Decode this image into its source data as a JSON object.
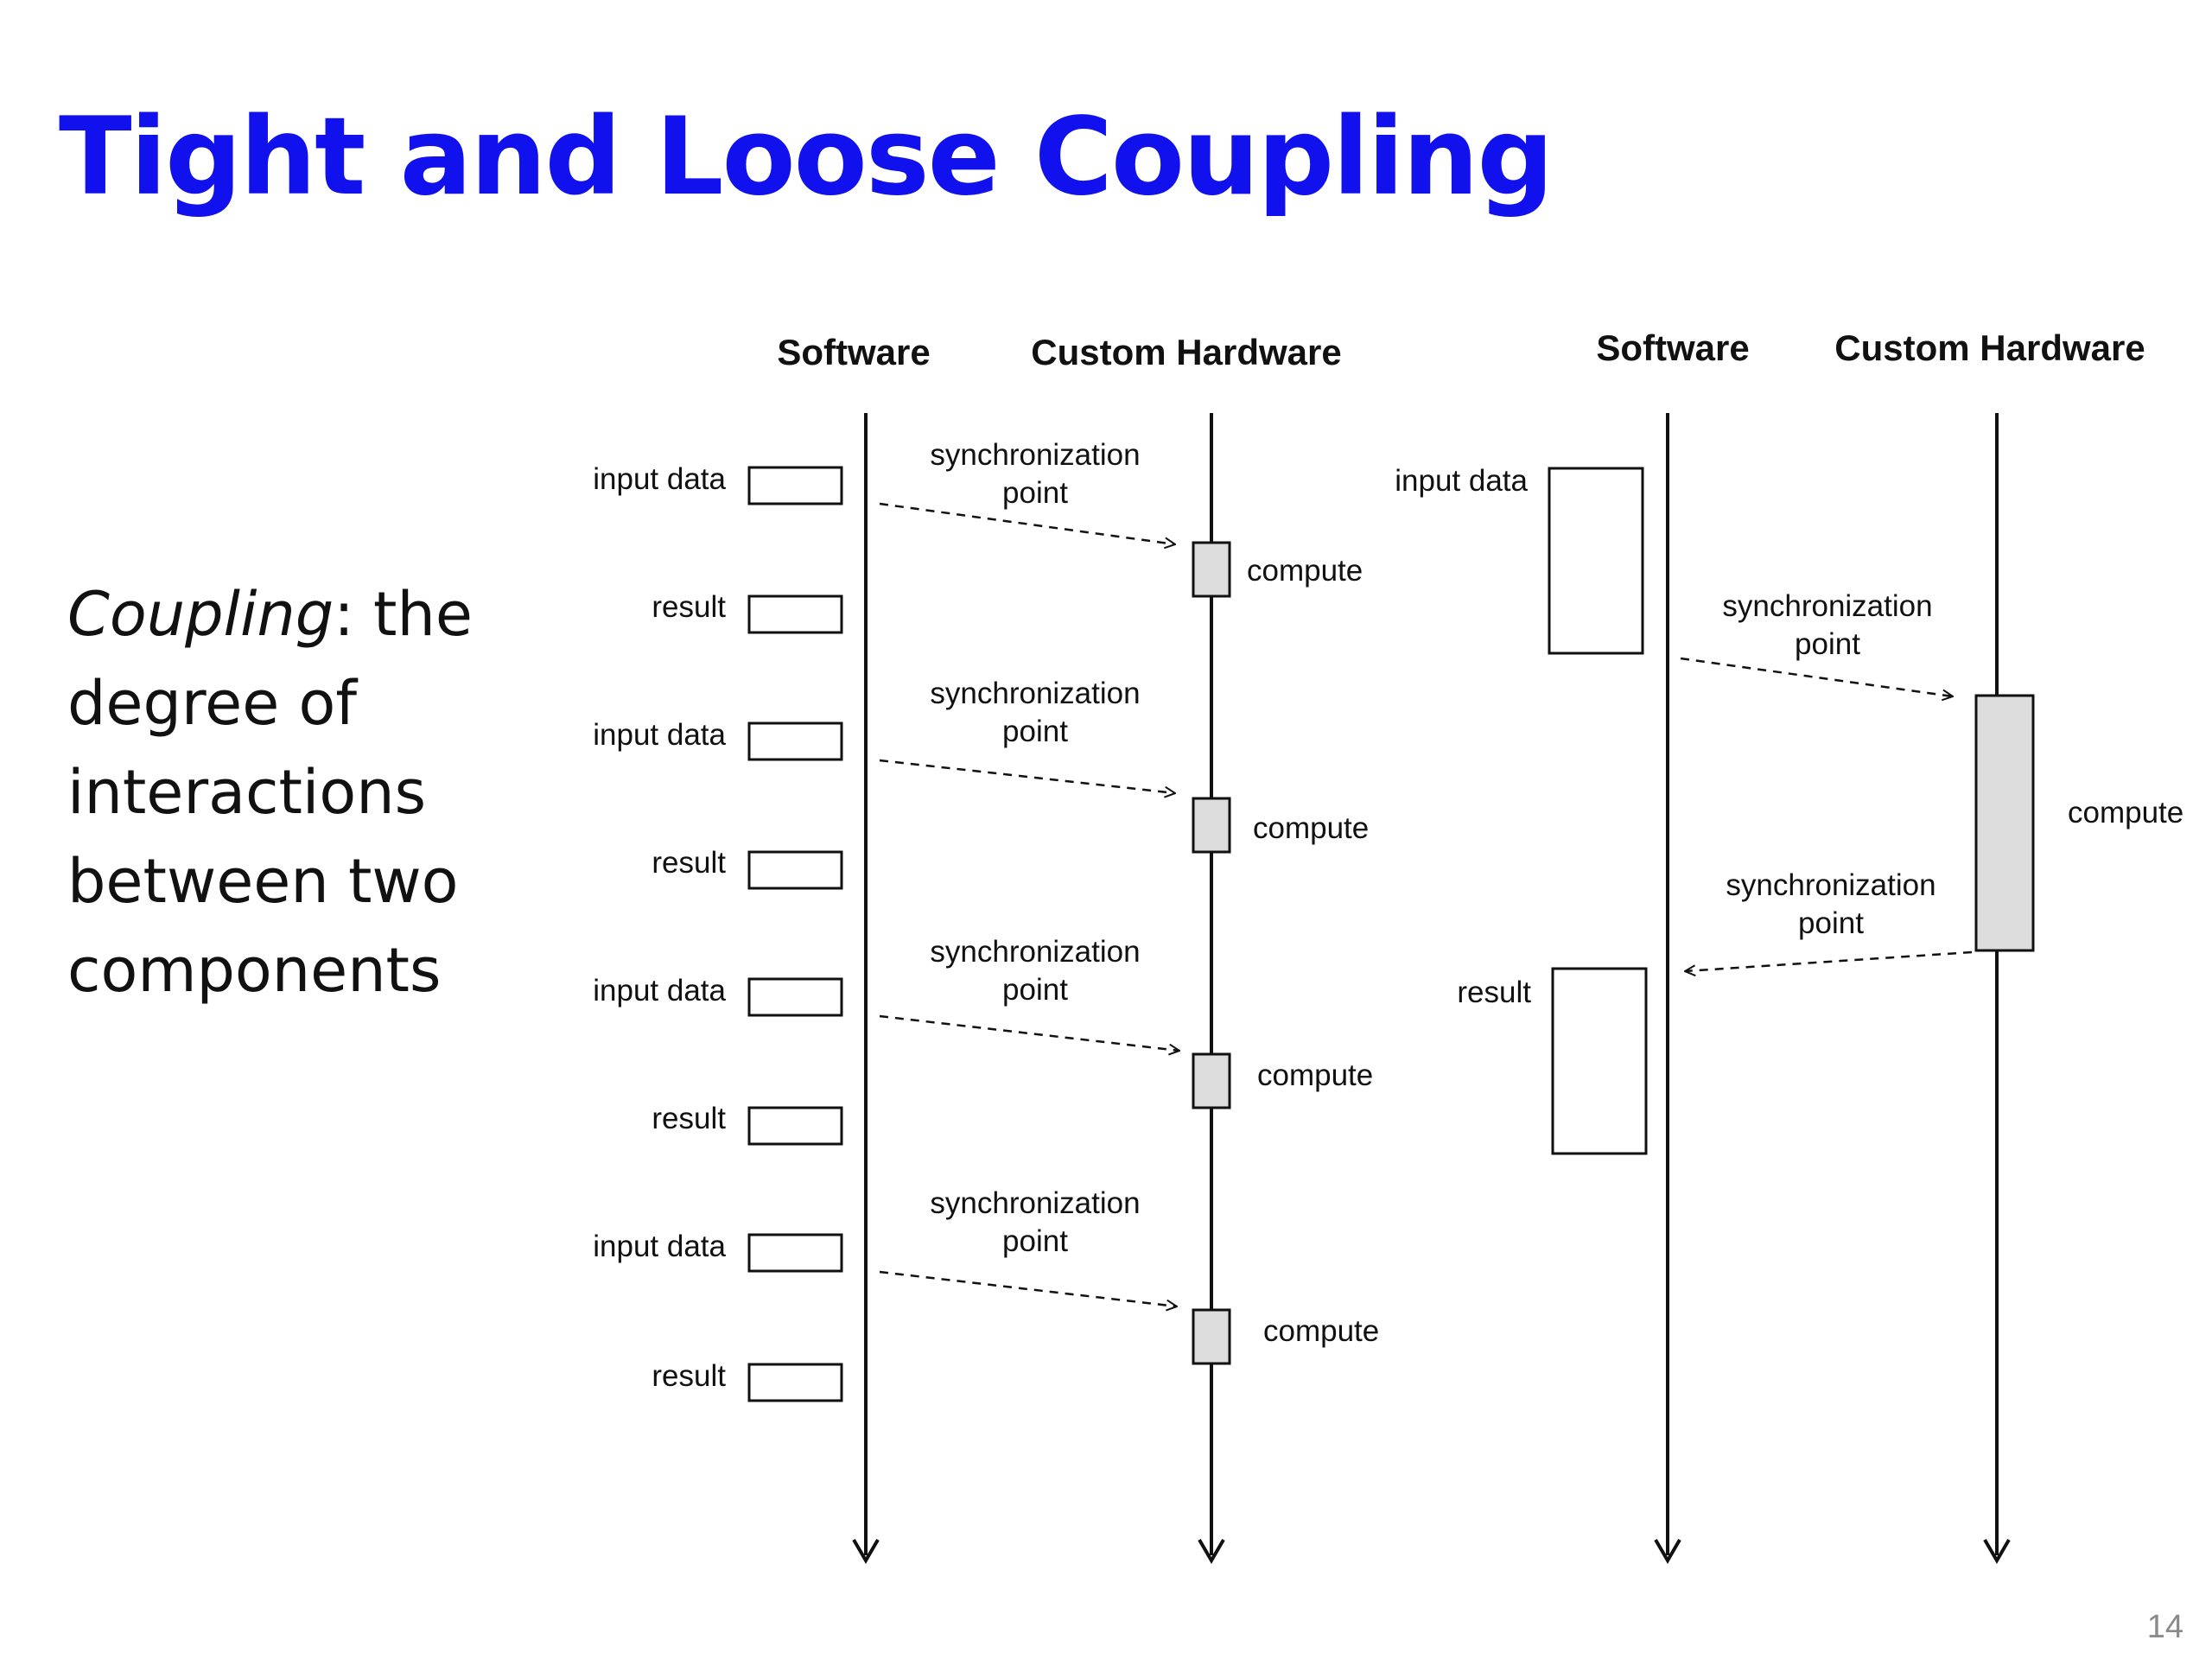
{
  "title": "Tight and Loose Coupling",
  "definition": {
    "term": "Coupling",
    "rest": ": the degree of interactions between two components"
  },
  "page_number": "14",
  "tight": {
    "software_header": "Software",
    "hardware_header": "Custom Hardware",
    "steps": [
      {
        "input_label": "input data",
        "result_label": "result",
        "sync_line1": "synchronization",
        "sync_line2": "point",
        "compute_label": "compute"
      },
      {
        "input_label": "input data",
        "result_label": "result",
        "sync_line1": "synchronization",
        "sync_line2": "point",
        "compute_label": "compute"
      },
      {
        "input_label": "input data",
        "result_label": "result",
        "sync_line1": "synchronization",
        "sync_line2": "point",
        "compute_label": "compute"
      },
      {
        "input_label": "input data",
        "result_label": "result",
        "sync_line1": "synchronization",
        "sync_line2": "point",
        "compute_label": "compute"
      }
    ]
  },
  "loose": {
    "software_header": "Software",
    "hardware_header": "Custom Hardware",
    "input_label": "input data",
    "result_label": "result",
    "compute_label": "compute",
    "sync_to_hw_line1": "synchronization",
    "sync_to_hw_line2": "point",
    "sync_to_sw_line1": "synchronization",
    "sync_to_sw_line2": "point"
  },
  "colors": {
    "title": "#1111ee",
    "compute_fill": "#dcdcdc",
    "line": "#111111"
  }
}
